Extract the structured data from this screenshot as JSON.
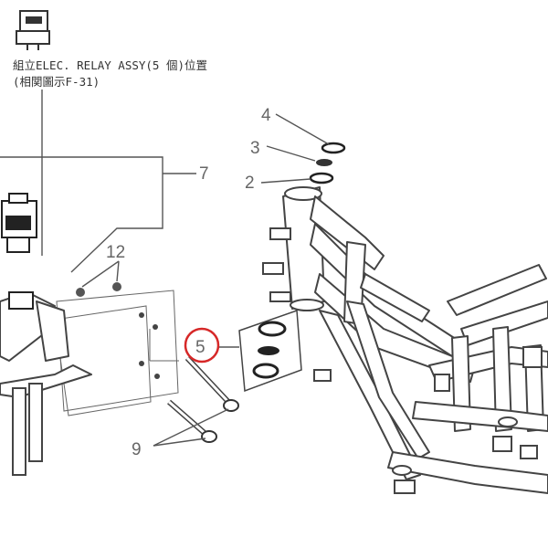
{
  "relay_note": {
    "line1": "組立ELEC. RELAY ASSY(5 個)位置",
    "line2": "(相関圖示F-31)"
  },
  "callouts": {
    "c2": "2",
    "c3": "3",
    "c4": "4",
    "c5": "5",
    "c7": "7",
    "c9": "9",
    "c12": "12"
  },
  "highlight_color": "#d62828"
}
